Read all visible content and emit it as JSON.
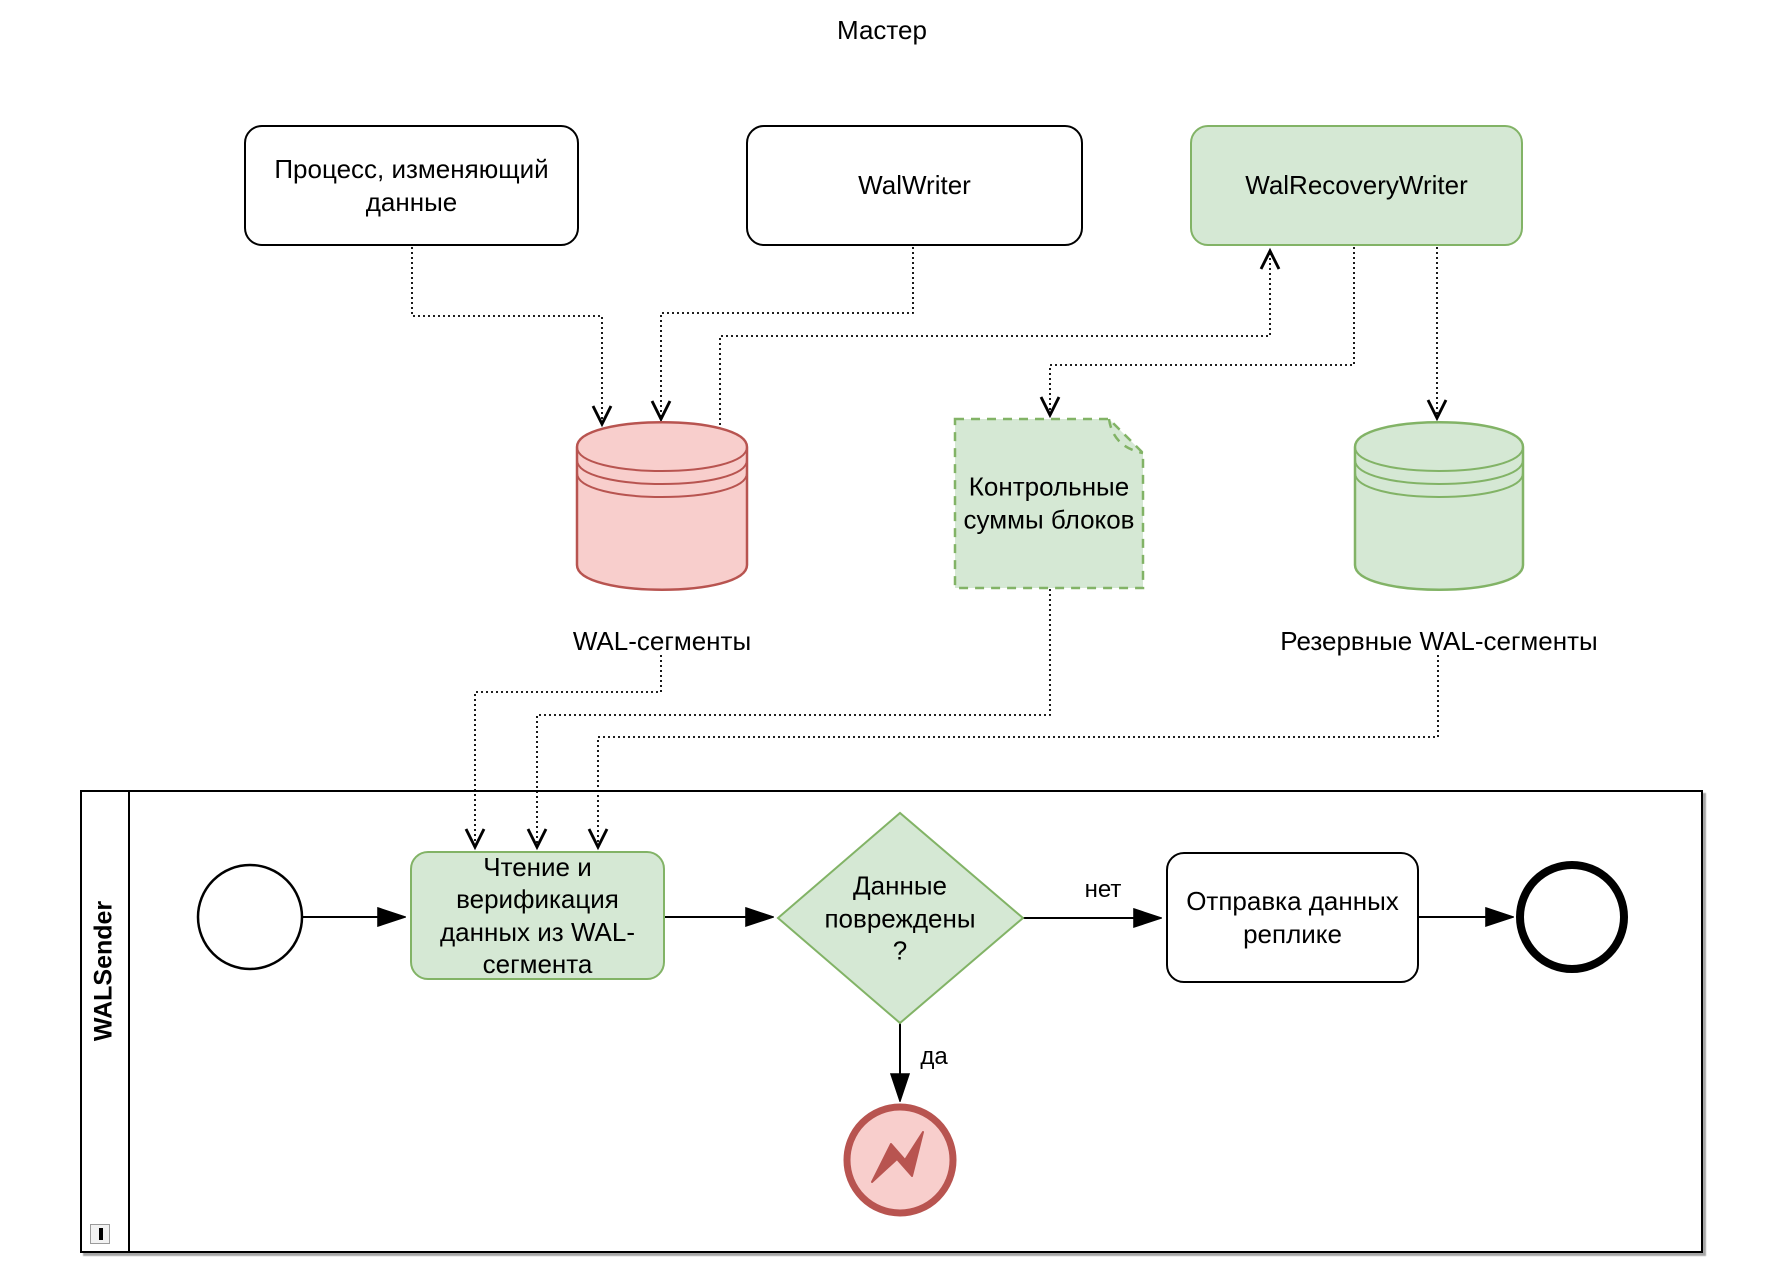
{
  "title": "Мастер",
  "nodes": {
    "process": {
      "label": "Процесс, изменяющий\nданные"
    },
    "walwriter": {
      "label": "WalWriter"
    },
    "walrecoverywriter": {
      "label": "WalRecoveryWriter"
    },
    "wal_segments": {
      "label": "WAL-сегменты"
    },
    "checksums_note": {
      "label": "Контрольные\nсуммы блоков"
    },
    "backup_wal_segments": {
      "label": "Резервные WAL-сегменты"
    },
    "read_verify_task": {
      "label": "Чтение и\nверификация\nданных из WAL-\nсегмента"
    },
    "corrupted_gateway": {
      "label": "Данные\nповреждены\n?"
    },
    "send_replica_task": {
      "label": "Отправка данных\nреплике"
    }
  },
  "lane": {
    "label": "WALSender"
  },
  "edge_labels": {
    "no": "нет",
    "yes": "да"
  },
  "icons": {
    "error_event": "lightning-bolt-icon",
    "lane_marker": "collapsed-marker-icon"
  },
  "colors": {
    "green_fill": "#d5e8d4",
    "green_stroke": "#82b366",
    "red_fill": "#f8cecc",
    "red_stroke": "#b85450",
    "line": "#000000",
    "background": "#ffffff"
  }
}
